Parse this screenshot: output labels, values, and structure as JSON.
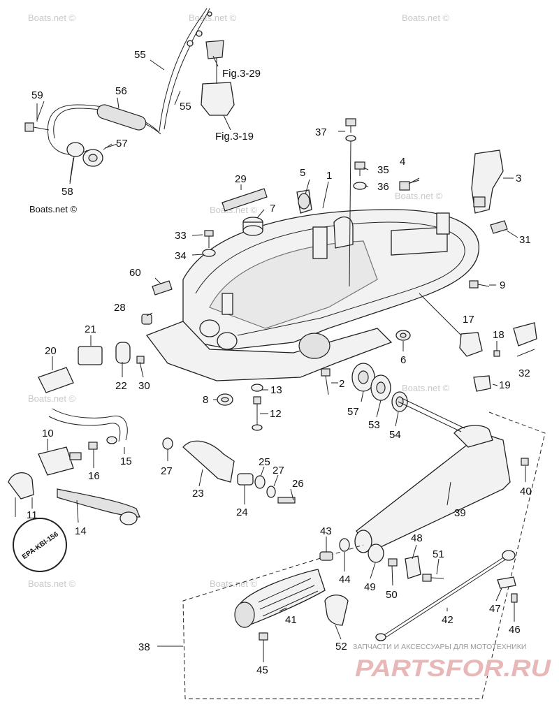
{
  "callouts": [
    {
      "id": "1",
      "text": "1"
    },
    {
      "id": "2",
      "text": "2"
    },
    {
      "id": "3",
      "text": "3"
    },
    {
      "id": "4",
      "text": "4"
    },
    {
      "id": "5",
      "text": "5"
    },
    {
      "id": "6",
      "text": "6"
    },
    {
      "id": "7",
      "text": "7"
    },
    {
      "id": "8",
      "text": "8"
    },
    {
      "id": "9",
      "text": "9"
    },
    {
      "id": "10",
      "text": "10"
    },
    {
      "id": "11",
      "text": "11"
    },
    {
      "id": "12",
      "text": "12"
    },
    {
      "id": "13",
      "text": "13"
    },
    {
      "id": "14",
      "text": "14"
    },
    {
      "id": "15",
      "text": "15"
    },
    {
      "id": "16",
      "text": "16"
    },
    {
      "id": "17",
      "text": "17"
    },
    {
      "id": "18",
      "text": "18"
    },
    {
      "id": "19",
      "text": "19"
    },
    {
      "id": "20",
      "text": "20"
    },
    {
      "id": "21",
      "text": "21"
    },
    {
      "id": "22",
      "text": "22"
    },
    {
      "id": "23",
      "text": "23"
    },
    {
      "id": "24",
      "text": "24"
    },
    {
      "id": "25",
      "text": "25"
    },
    {
      "id": "26",
      "text": "26"
    },
    {
      "id": "27a",
      "text": "27"
    },
    {
      "id": "27b",
      "text": "27"
    },
    {
      "id": "28",
      "text": "28"
    },
    {
      "id": "29",
      "text": "29"
    },
    {
      "id": "30",
      "text": "30"
    },
    {
      "id": "31",
      "text": "31"
    },
    {
      "id": "32",
      "text": "32"
    },
    {
      "id": "33",
      "text": "33"
    },
    {
      "id": "34",
      "text": "34"
    },
    {
      "id": "35",
      "text": "35"
    },
    {
      "id": "36",
      "text": "36"
    },
    {
      "id": "37",
      "text": "37"
    },
    {
      "id": "38",
      "text": "38"
    },
    {
      "id": "39",
      "text": "39"
    },
    {
      "id": "40",
      "text": "40"
    },
    {
      "id": "41",
      "text": "41"
    },
    {
      "id": "42",
      "text": "42"
    },
    {
      "id": "43",
      "text": "43"
    },
    {
      "id": "44",
      "text": "44"
    },
    {
      "id": "45",
      "text": "45"
    },
    {
      "id": "46",
      "text": "46"
    },
    {
      "id": "47",
      "text": "47"
    },
    {
      "id": "48",
      "text": "48"
    },
    {
      "id": "49",
      "text": "49"
    },
    {
      "id": "50",
      "text": "50"
    },
    {
      "id": "51",
      "text": "51"
    },
    {
      "id": "52",
      "text": "52"
    },
    {
      "id": "53",
      "text": "53"
    },
    {
      "id": "54",
      "text": "54"
    },
    {
      "id": "55a",
      "text": "55"
    },
    {
      "id": "55b",
      "text": "55"
    },
    {
      "id": "56",
      "text": "56"
    },
    {
      "id": "57a",
      "text": "57"
    },
    {
      "id": "57b",
      "text": "57"
    },
    {
      "id": "58",
      "text": "58"
    },
    {
      "id": "59",
      "text": "59"
    },
    {
      "id": "60",
      "text": "60"
    }
  ],
  "figure_refs": {
    "fig1": "Fig.3-29",
    "fig2": "Fig.3-19"
  },
  "watermarks": {
    "text": "Boats.net ©"
  },
  "stamp_text": "EPA-KBI-156",
  "branding": {
    "tagline": "ЗАПЧАСТИ И АКСЕССУАРЫ ДЛЯ МОТОТЕХНИКИ",
    "logo": "PARTSFOR.RU"
  },
  "colors": {
    "line": "#222222",
    "background": "#ffffff",
    "logo": "#e8b7b7"
  }
}
